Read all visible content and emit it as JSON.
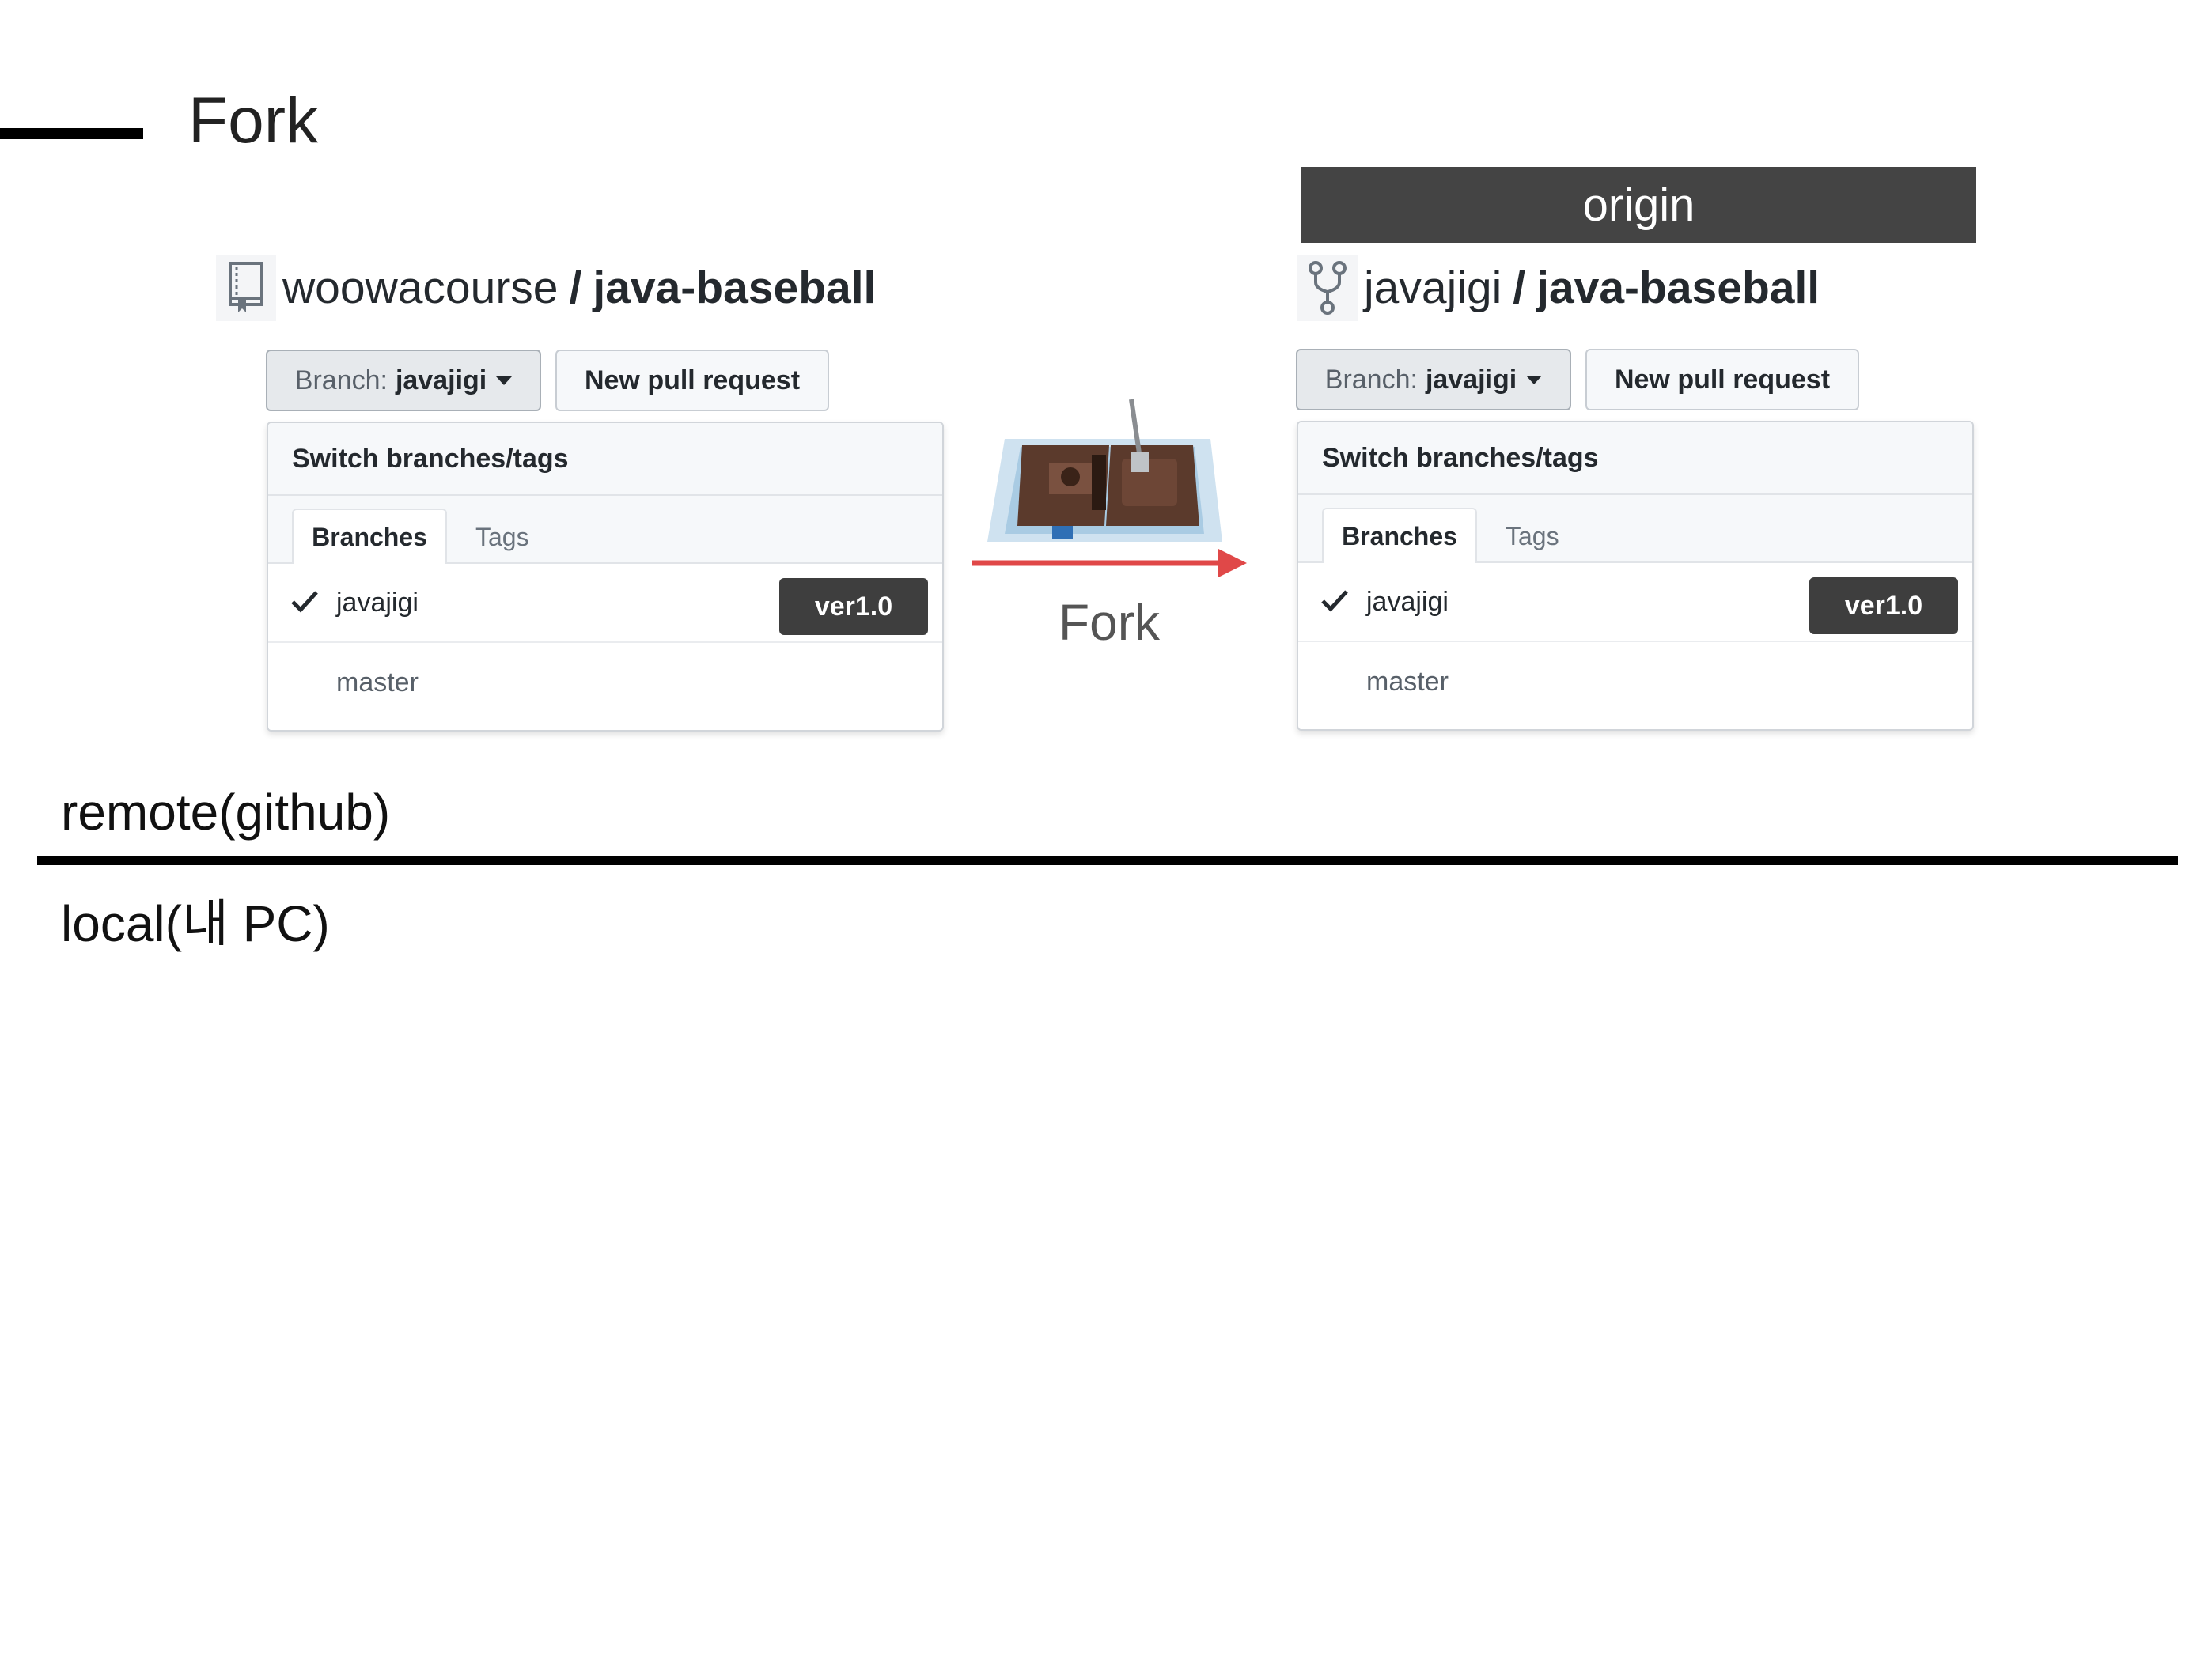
{
  "slide": {
    "title": "Fork",
    "remote_label": "remote(github)",
    "local_label": "local(내 PC)",
    "fork_label": "Fork",
    "origin_label": "origin"
  },
  "left_repo": {
    "icon": "repo-book-icon",
    "owner": "woowacourse",
    "separator": "/",
    "name": "java-baseball",
    "branch_button": {
      "label": "Branch:",
      "value": "javajigi"
    },
    "pull_request_button": "New pull request",
    "menu": {
      "header": "Switch branches/tags",
      "tabs": [
        "Branches",
        "Tags"
      ],
      "items": [
        {
          "label": "javajigi",
          "checked": true,
          "badge": "ver1.0"
        },
        {
          "label": "master",
          "checked": false
        }
      ]
    }
  },
  "right_repo": {
    "icon": "repo-fork-icon",
    "owner": "javajigi",
    "separator": "/",
    "name": "java-baseball",
    "branch_button": {
      "label": "Branch:",
      "value": "javajigi"
    },
    "pull_request_button": "New pull request",
    "menu": {
      "header": "Switch branches/tags",
      "tabs": [
        "Branches",
        "Tags"
      ],
      "items": [
        {
          "label": "javajigi",
          "checked": true,
          "badge": "ver1.0"
        },
        {
          "label": "master",
          "checked": false
        }
      ]
    }
  },
  "colors": {
    "arrow": "#e04848",
    "origin_band": "#444444",
    "badge": "#3e3e3e"
  }
}
